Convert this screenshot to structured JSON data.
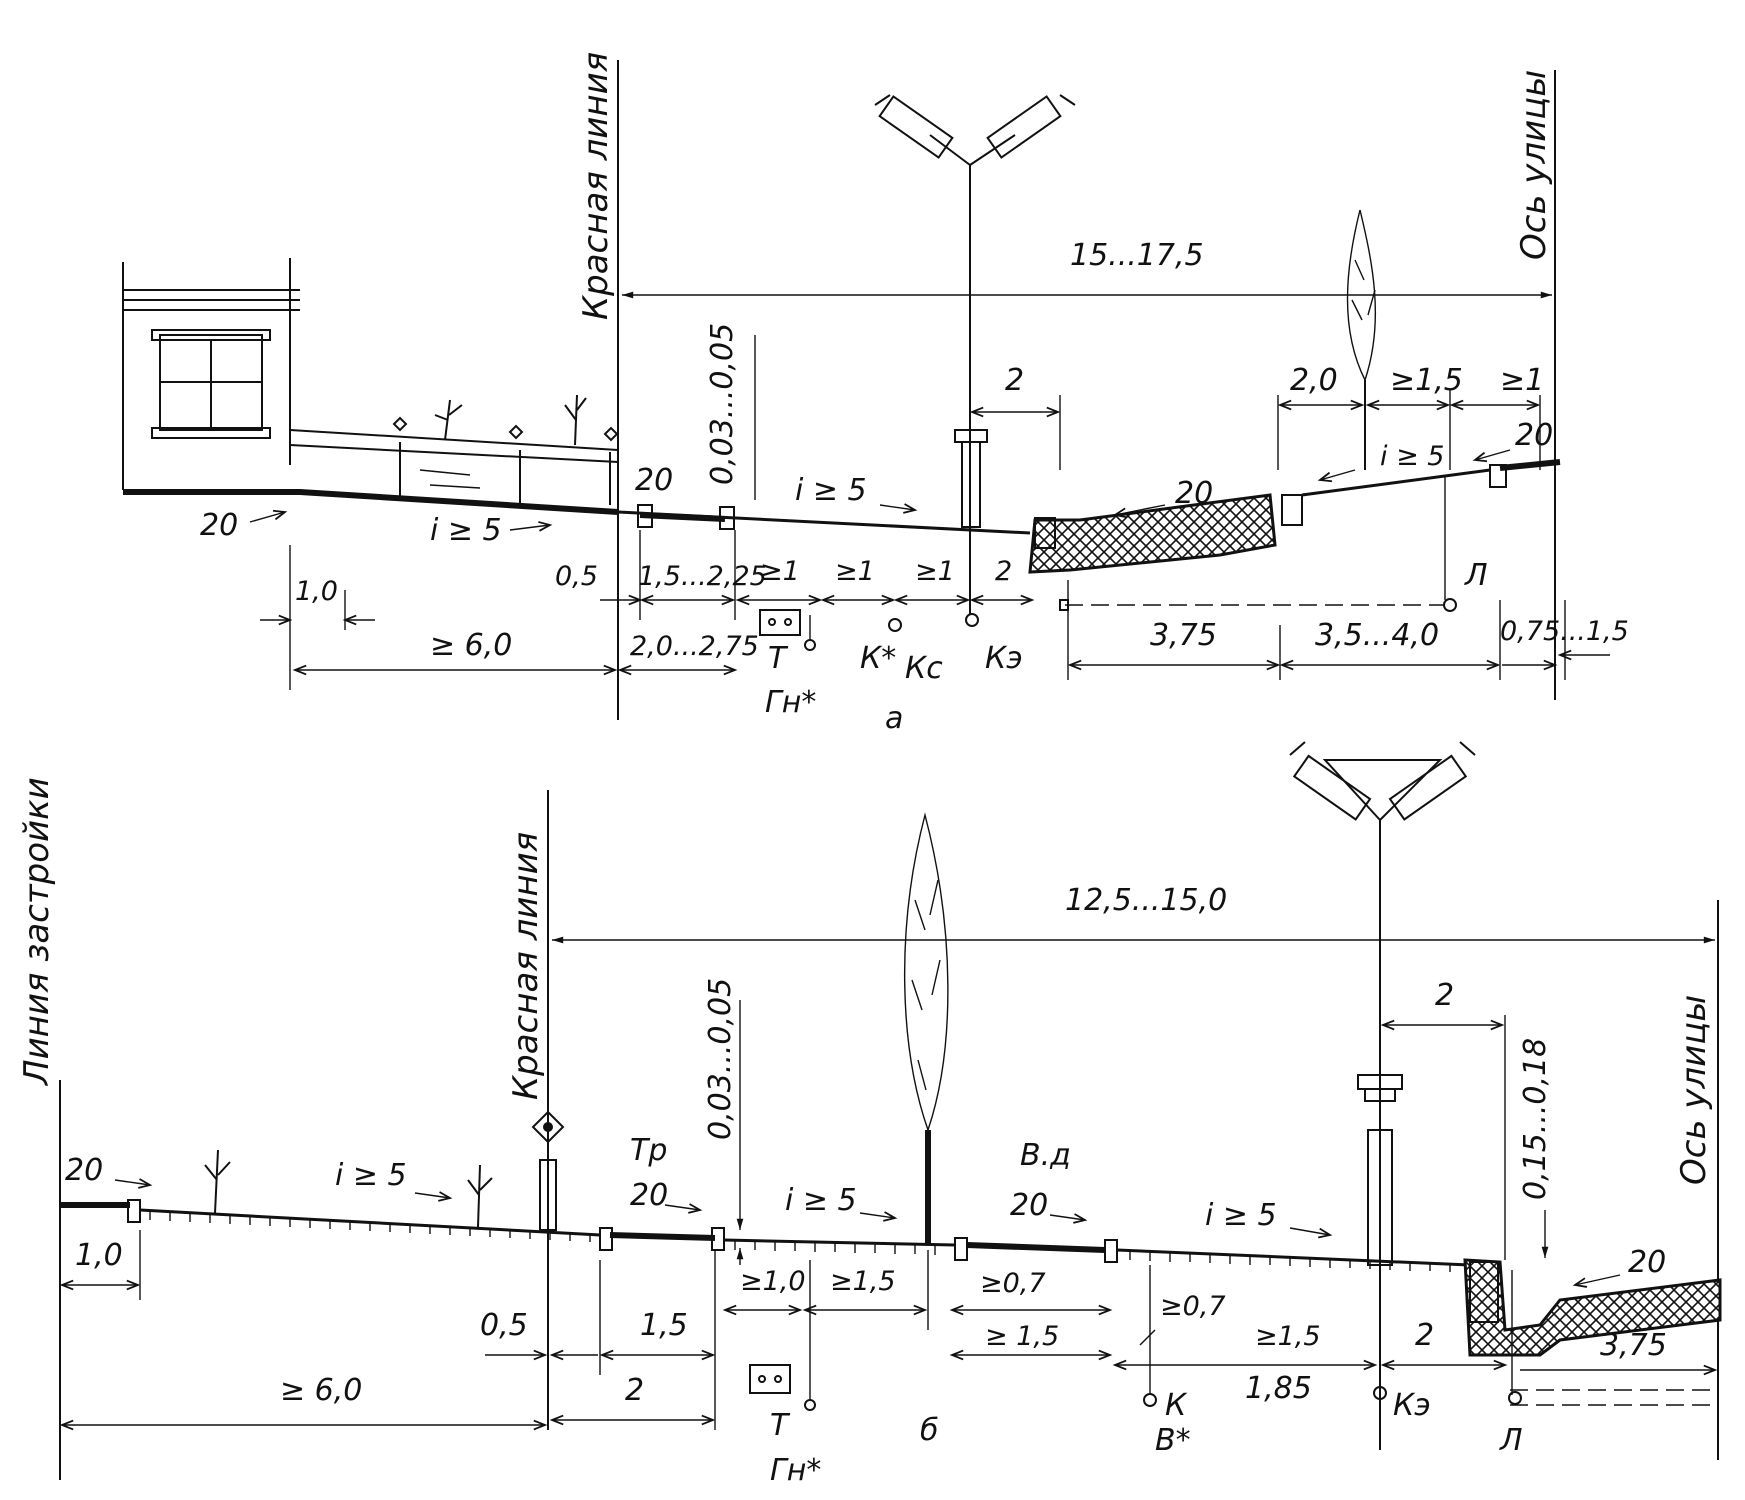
{
  "colors": {
    "ink": "#111111",
    "paper": "#ffffff"
  },
  "top": {
    "label_red_line": "Красная линия",
    "label_axis": "Ось улицы",
    "dim_total": "15...17,5",
    "slope_ge5": "i ≥ 5",
    "slope_ge5b": "i ≥ 5",
    "slope_ge5c": "i ≥ 5",
    "grade_20_left": "20",
    "grade_20_walk": "20",
    "grade_20_road": "20",
    "grade_20_right": "20",
    "cross_slope": "0,03...0,05",
    "dim_lamp": "2",
    "dim_20": "2,0",
    "dim_15": "≥1,5",
    "dim_1r": "≥1",
    "dim_10": "1,0",
    "dim_60": "≥ 6,0",
    "dim_05": "0,5",
    "dim_15_225": "1,5...2,25",
    "dim_20_275": "2,0...2,75",
    "dim_ge1a": "≥1",
    "dim_ge1b": "≥1",
    "dim_ge1c": "≥1",
    "dim_2b": "2",
    "dim_375": "3,75",
    "dim_35_40": "3,5...4,0",
    "dim_075_15": "0,75...1,5",
    "util_T": "Т",
    "util_Gn": "Гн*",
    "util_K": "К*",
    "util_Kc": "Кс",
    "util_Ke": "Кэ",
    "util_L": "Л",
    "fig_label": "а"
  },
  "bottom": {
    "label_building_line": "Линия застройки",
    "label_red_line": "Красная линия",
    "label_axis": "Ось улицы",
    "dim_total": "12,5...15,0",
    "grade_20_left": "20",
    "grade_20_tr": "20",
    "grade_20_vd": "20",
    "grade_20_road": "20",
    "slope_ge5a": "i ≥ 5",
    "slope_ge5b": "i ≥ 5",
    "slope_ge5c": "i ≥ 5",
    "label_tr": "Тр",
    "label_vd": "В.д",
    "cross_slope": "0,03...0,05",
    "curb_height": "0,15...0,18",
    "dim_lamp": "2",
    "dim_10": "1,0",
    "dim_60": "≥ 6,0",
    "dim_05": "0,5",
    "dim_15": "1,5",
    "dim_2": "2",
    "dim_ge10": "≥1,0",
    "dim_ge15": "≥1,5",
    "dim_ge07": "≥0,7",
    "dim_ge15b": "≥ 1,5",
    "dim_ge07b": "≥0,7",
    "dim_ge15c": "≥1,5",
    "dim_185": "1,85",
    "dim_2b": "2",
    "dim_375": "3,75",
    "util_T": "Т",
    "util_Gn": "Гн*",
    "util_K": "К",
    "util_V": "В*",
    "util_Ke": "Кэ",
    "util_L": "Л",
    "fig_label": "б"
  }
}
